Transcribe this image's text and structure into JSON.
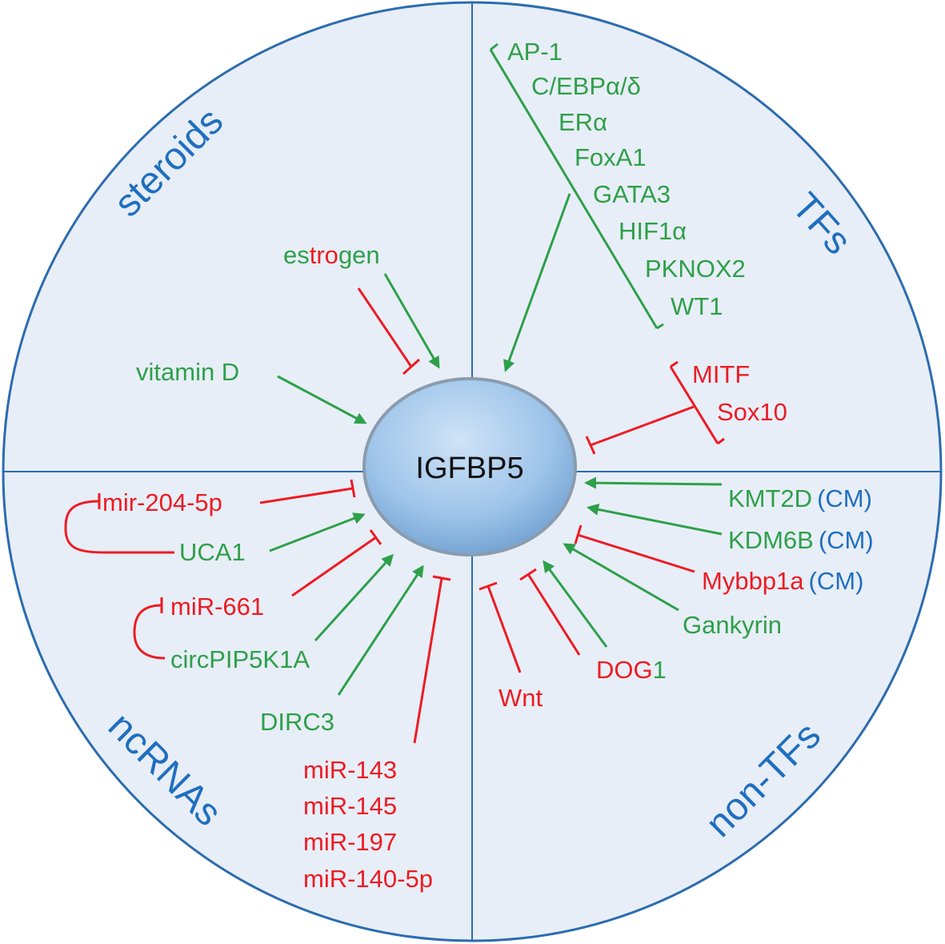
{
  "center": "IGFBP5",
  "quadrants": {
    "steroids": "steroids",
    "tfs": "TFs",
    "ncrnas": "ncRNAs",
    "nontfs": "non-TFs"
  },
  "steroids": {
    "estrogen": [
      "es",
      "tro",
      "gen"
    ],
    "vitamin_d": "vitamin D"
  },
  "tfs": {
    "activators": [
      "AP-1",
      "C/EBPα/δ",
      "ERα",
      "FoxA1",
      "GATA3",
      "HIF1α",
      "PKNOX2",
      "WT1"
    ],
    "repressors": [
      "MITF",
      "Sox10"
    ]
  },
  "nontfs": {
    "kmt2d": "KMT2D",
    "kdm6b": "KDM6B",
    "mybbp1a": "Mybbp1a",
    "cm": "(CM)",
    "gankyrin": "Gankyrin",
    "dog1": [
      "DOG",
      "1"
    ],
    "wnt": "Wnt"
  },
  "ncrnas": {
    "mir204": "mir-204-5p",
    "uca1": "UCA1",
    "mir661": "miR-661",
    "circpip": "circPIP5K1A",
    "dirc3": "DIRC3",
    "mirs": [
      "miR-143",
      "miR-145",
      "miR-197",
      "miR-140-5p"
    ]
  },
  "colors": {
    "activation": "#2ea04a",
    "inhibition": "#ec1c24",
    "category": "#1f6fc0",
    "background": "#e8eef7",
    "node": "#9fc5ea"
  }
}
